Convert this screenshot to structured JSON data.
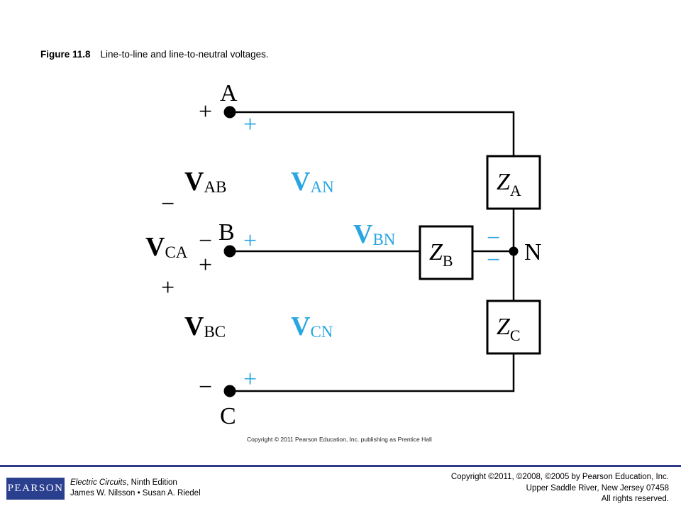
{
  "caption": {
    "number": "Figure 11.8",
    "text": "Line-to-line and line-to-neutral voltages."
  },
  "colors": {
    "line_voltage": "#000000",
    "phase_voltage": "#29a6e0",
    "pearson_blue": "#2b3f8f",
    "footer_rule": "#2e3a87"
  },
  "circuit": {
    "nodes": {
      "a": "A",
      "b": "B",
      "c": "C",
      "n": "N"
    },
    "impedances": {
      "za": {
        "main": "Z",
        "sub": "A"
      },
      "zb": {
        "main": "Z",
        "sub": "B"
      },
      "zc": {
        "main": "Z",
        "sub": "C"
      }
    },
    "line_voltages": {
      "vab": {
        "main": "V",
        "sub": "AB"
      },
      "vca": {
        "main": "V",
        "sub": "CA"
      },
      "vbc": {
        "main": "V",
        "sub": "BC"
      }
    },
    "phase_voltages": {
      "van": {
        "main": "V",
        "sub": "AN"
      },
      "vbn": {
        "main": "V",
        "sub": "BN"
      },
      "vcn": {
        "main": "V",
        "sub": "CN"
      }
    },
    "signs": {
      "plus": "+",
      "minus": "−"
    }
  },
  "inner_copyright": "Copyright © 2011 Pearson Education, Inc. publishing as Prentice Hall",
  "footer": {
    "logo_text": "PEARSON",
    "book_title": "Electric Circuits",
    "edition": ", Ninth Edition",
    "authors": "James W. Nilsson • Susan A. Riedel",
    "copyright_line1": "Copyright ©2011, ©2008, ©2005 by Pearson Education, Inc.",
    "copyright_line2": "Upper Saddle River, New Jersey 07458",
    "copyright_line3": "All rights reserved."
  }
}
